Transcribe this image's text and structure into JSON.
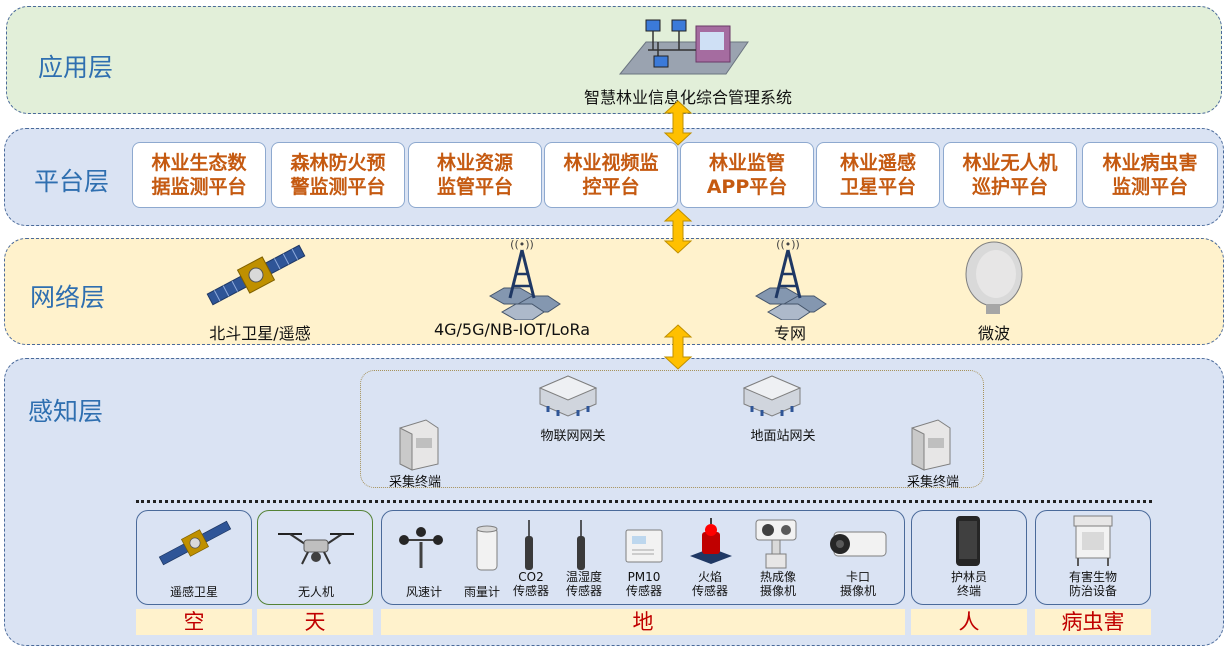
{
  "layers": {
    "application": "应用层",
    "platform": "平台层",
    "network": "网络层",
    "perception": "感知层"
  },
  "application": {
    "system_label": "智慧林业信息化综合管理系统"
  },
  "platforms": [
    "林业生态数据监测平台",
    "森林防火预警监测平台",
    "林业资源监管平台",
    "林业视频监控平台",
    "林业监管APP平台",
    "林业遥感卫星平台",
    "林业无人机巡护平台",
    "林业病虫害监测平台"
  ],
  "platform_lines": [
    [
      "林业生态数",
      "据监测平台"
    ],
    [
      "森林防火预",
      "警监测平台"
    ],
    [
      "林业资源",
      "监管平台"
    ],
    [
      "林业视频监",
      "控平台"
    ],
    [
      "林业监管",
      "APP平台"
    ],
    [
      "林业遥感",
      "卫星平台"
    ],
    [
      "林业无人机",
      "巡护平台"
    ],
    [
      "林业病虫害",
      "监测平台"
    ]
  ],
  "network": [
    "北斗卫星/遥感",
    "4G/5G/NB-IOT/LoRa",
    "专网",
    "微波"
  ],
  "gateways": {
    "iot_gateway": "物联网网关",
    "ground_gateway": "地面站网关",
    "collector_left": "采集终端",
    "collector_right": "采集终端"
  },
  "devices": {
    "sky": "遥感卫星",
    "drone": "无人机",
    "wind": "风速计",
    "rain": "雨量计",
    "co2_1": "CO2",
    "co2_2": "传感器",
    "hum_1": "温湿度",
    "hum_2": "传感器",
    "pm_1": "PM10",
    "pm_2": "传感器",
    "fire_1": "火焰",
    "fire_2": "传感器",
    "thermal_1": "热成像",
    "thermal_2": "摄像机",
    "gate_1": "卡口",
    "gate_2": "摄像机",
    "ranger_1": "护林员",
    "ranger_2": "终端",
    "pest_1": "有害生物",
    "pest_2": "防治设备"
  },
  "categories": [
    "空",
    "天",
    "地",
    "人",
    "病虫害"
  ],
  "colors": {
    "app_bg": "#e2efd9",
    "platform_bg": "#dae3f3",
    "network_bg": "#fff2cc",
    "title": "#2f6fb0",
    "platform_text": "#c55a11",
    "category_text": "#c00000",
    "arrow": "#ffc000"
  }
}
